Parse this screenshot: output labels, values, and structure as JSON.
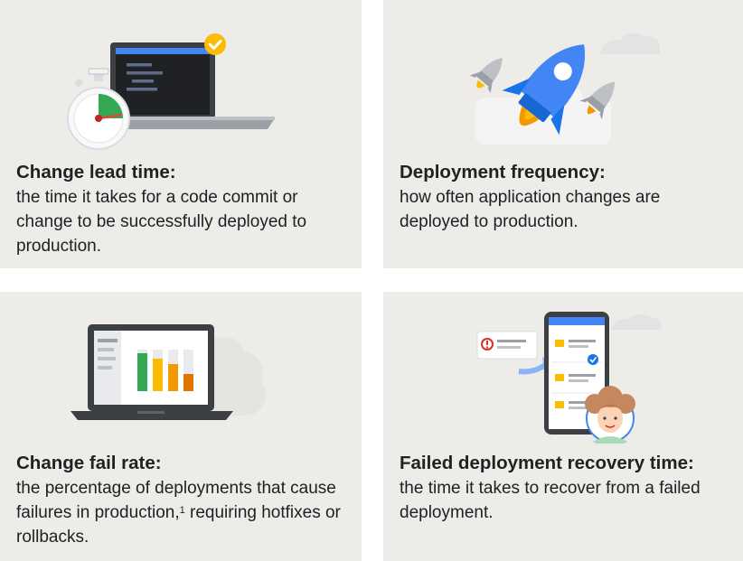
{
  "cards": [
    {
      "title": "Change lead time:",
      "description": "the time it takes for a code commit or change to be successfully deployed to production."
    },
    {
      "title": "Deployment frequency:",
      "description": "how often application changes are deployed to production."
    },
    {
      "title": "Change fail rate:",
      "description": "the percentage of deployments that cause failures in production,",
      "footnote": "1",
      "description_after": "requiring hotfixes or rollbacks."
    },
    {
      "title": "Failed deployment recovery time:",
      "description": "the time it takes to recover from a failed deployment."
    }
  ],
  "icons": {
    "card1": [
      "laptop-icon",
      "stopwatch-icon",
      "checkmark-badge-icon"
    ],
    "card2": [
      "rocket-icon",
      "small-rocket-icon",
      "cloud-icon"
    ],
    "card3": [
      "laptop-icon",
      "bar-chart-icon"
    ],
    "card4": [
      "smartphone-icon",
      "alert-icon",
      "folder-icon",
      "avatar-icon"
    ]
  },
  "colors": {
    "card_bg": "#eeece9",
    "google_blue": "#4285f4",
    "google_green": "#34a853",
    "google_yellow": "#fbbc04",
    "google_orange": "#f29900",
    "google_red": "#ea4335",
    "text": "#202124"
  }
}
